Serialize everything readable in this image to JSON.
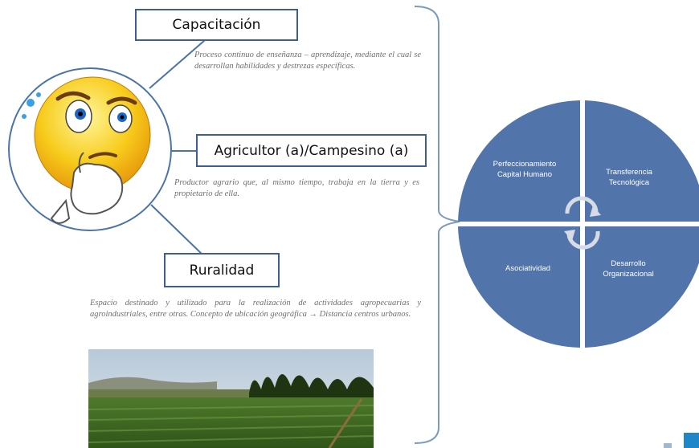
{
  "terms": [
    {
      "title": "Capacitación",
      "definition": "Proceso continuo de enseñanza – aprendizaje, mediante el cual se desarrollan habilidades y destrezas específicas."
    },
    {
      "title": "Agricultor (a)/Campesino (a)",
      "definition": "Productor agrario que, al mismo tiempo, trabaja en la tierra y es propietario de ella."
    },
    {
      "title": "Ruralidad",
      "definition": "Espacio destinado y utilizado para la realización de actividades agropecuarias y agroindustriales, entre otras. Concepto de ubicación geográfica → Distancia centros urbanos."
    }
  ],
  "cycle": {
    "quadrants": [
      {
        "label": "Perfeccionamiento Capital Humano"
      },
      {
        "label": "Transferencia Tecnológica"
      },
      {
        "label": "Asociatividad"
      },
      {
        "label": "Desarrollo Organizacional"
      }
    ]
  },
  "colors": {
    "quadrant_fill": "#5174ab",
    "box_border": "#3d5f8f",
    "connector": "#4a74a8",
    "brace": "#7a9bbd",
    "accent_square": "#1f87c9"
  },
  "icons": {
    "emoji": "thinking-face-icon",
    "cycle_arrows": "cycle-arrows-icon"
  }
}
